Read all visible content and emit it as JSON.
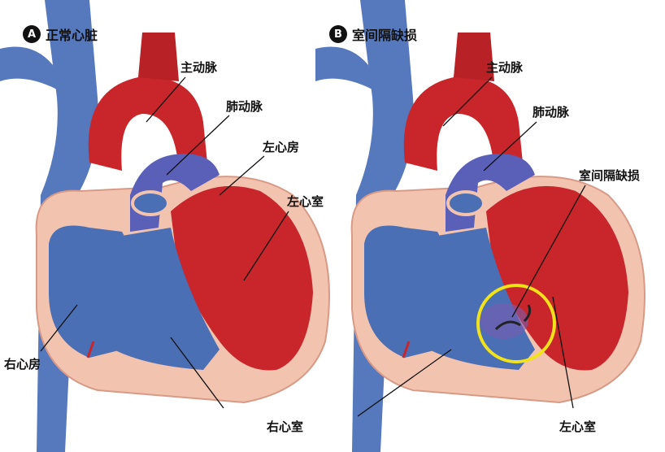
{
  "panel_a": {
    "badge": "A",
    "title": "正常心脏",
    "labels": {
      "aorta": "主动脉",
      "pulmonary_artery": "肺动脉",
      "left_atrium": "左心房",
      "left_ventricle": "左心室",
      "right_atrium": "右心房",
      "right_ventricle": "右心室"
    }
  },
  "panel_b": {
    "badge": "B",
    "title": "室间隔缺损",
    "labels": {
      "aorta": "主动脉",
      "pulmonary_artery": "肺动脉",
      "vsd": "室间隔缺损",
      "left_ventricle": "左心室"
    }
  },
  "colors": {
    "blood_red": "#c8262b",
    "blood_blue": "#4a6fb5",
    "tissue": "#f2c4b0",
    "highlight": "#f2e21a"
  }
}
